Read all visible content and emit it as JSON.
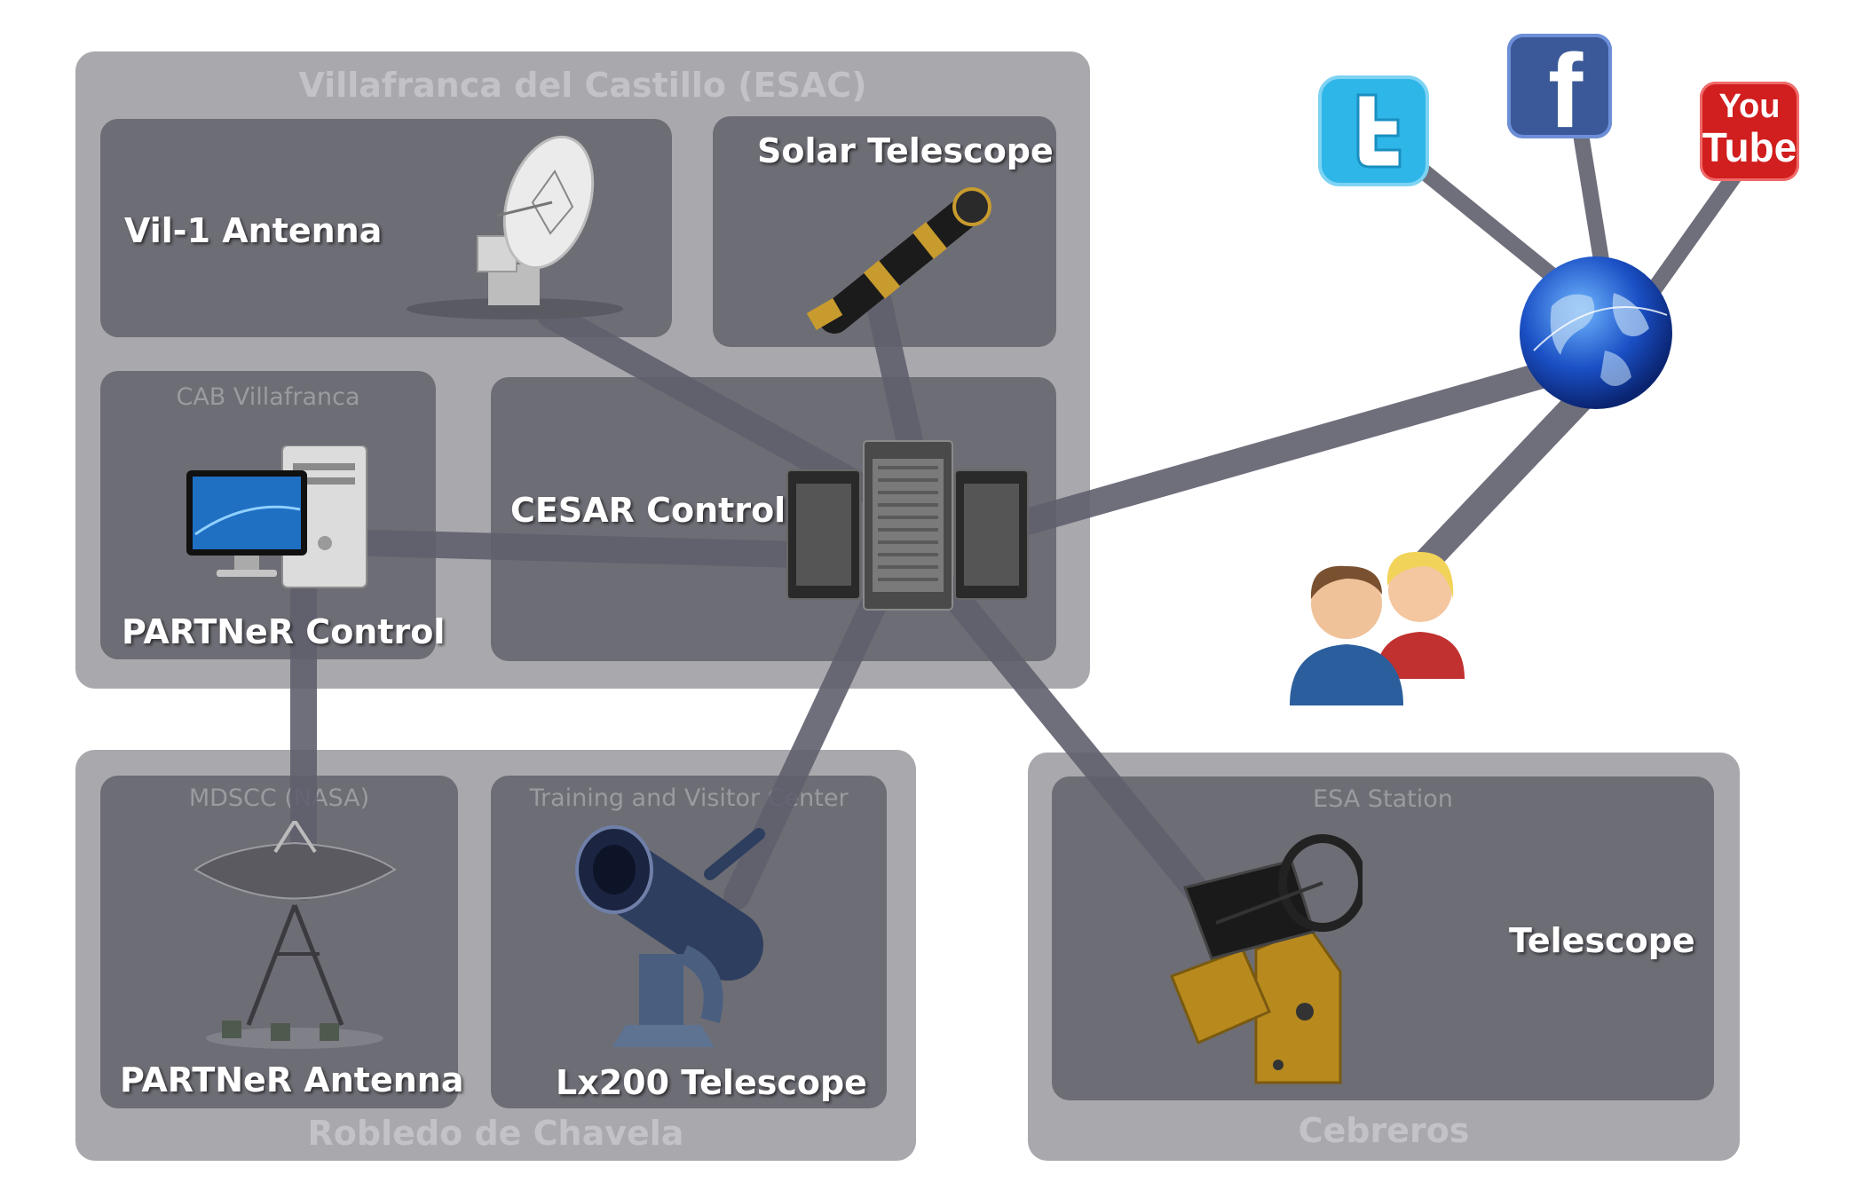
{
  "regions": {
    "esac": "Villafranca del Castillo (ESAC)",
    "robledo": "Robledo de Chavela",
    "cebreros": "Cebreros"
  },
  "panels": {
    "vil1": {
      "label": "Vil-1 Antenna"
    },
    "solar": {
      "label": "Solar Telescope"
    },
    "cab": {
      "sub": "CAB Villafranca",
      "label": "PARTNeR Control"
    },
    "cesar": {
      "label": "CESAR Control"
    },
    "mdscc": {
      "sub": "MDSCC (NASA)",
      "label": "PARTNeR Antenna"
    },
    "training": {
      "sub": "Training and Visitor Center",
      "label": "Lx200 Telescope"
    },
    "esa_station": {
      "sub": "ESA Station",
      "label": "Telescope"
    }
  },
  "social": {
    "youtube_top": "You",
    "youtube_bottom": "Tube",
    "facebook": "f"
  },
  "colors": {
    "region": "#a9a9ad",
    "panel": "#6d6d75",
    "link": "#5f5f6e",
    "twitter": "#2fb6e8",
    "facebook": "#3b5998",
    "youtube": "#d11e1e"
  }
}
